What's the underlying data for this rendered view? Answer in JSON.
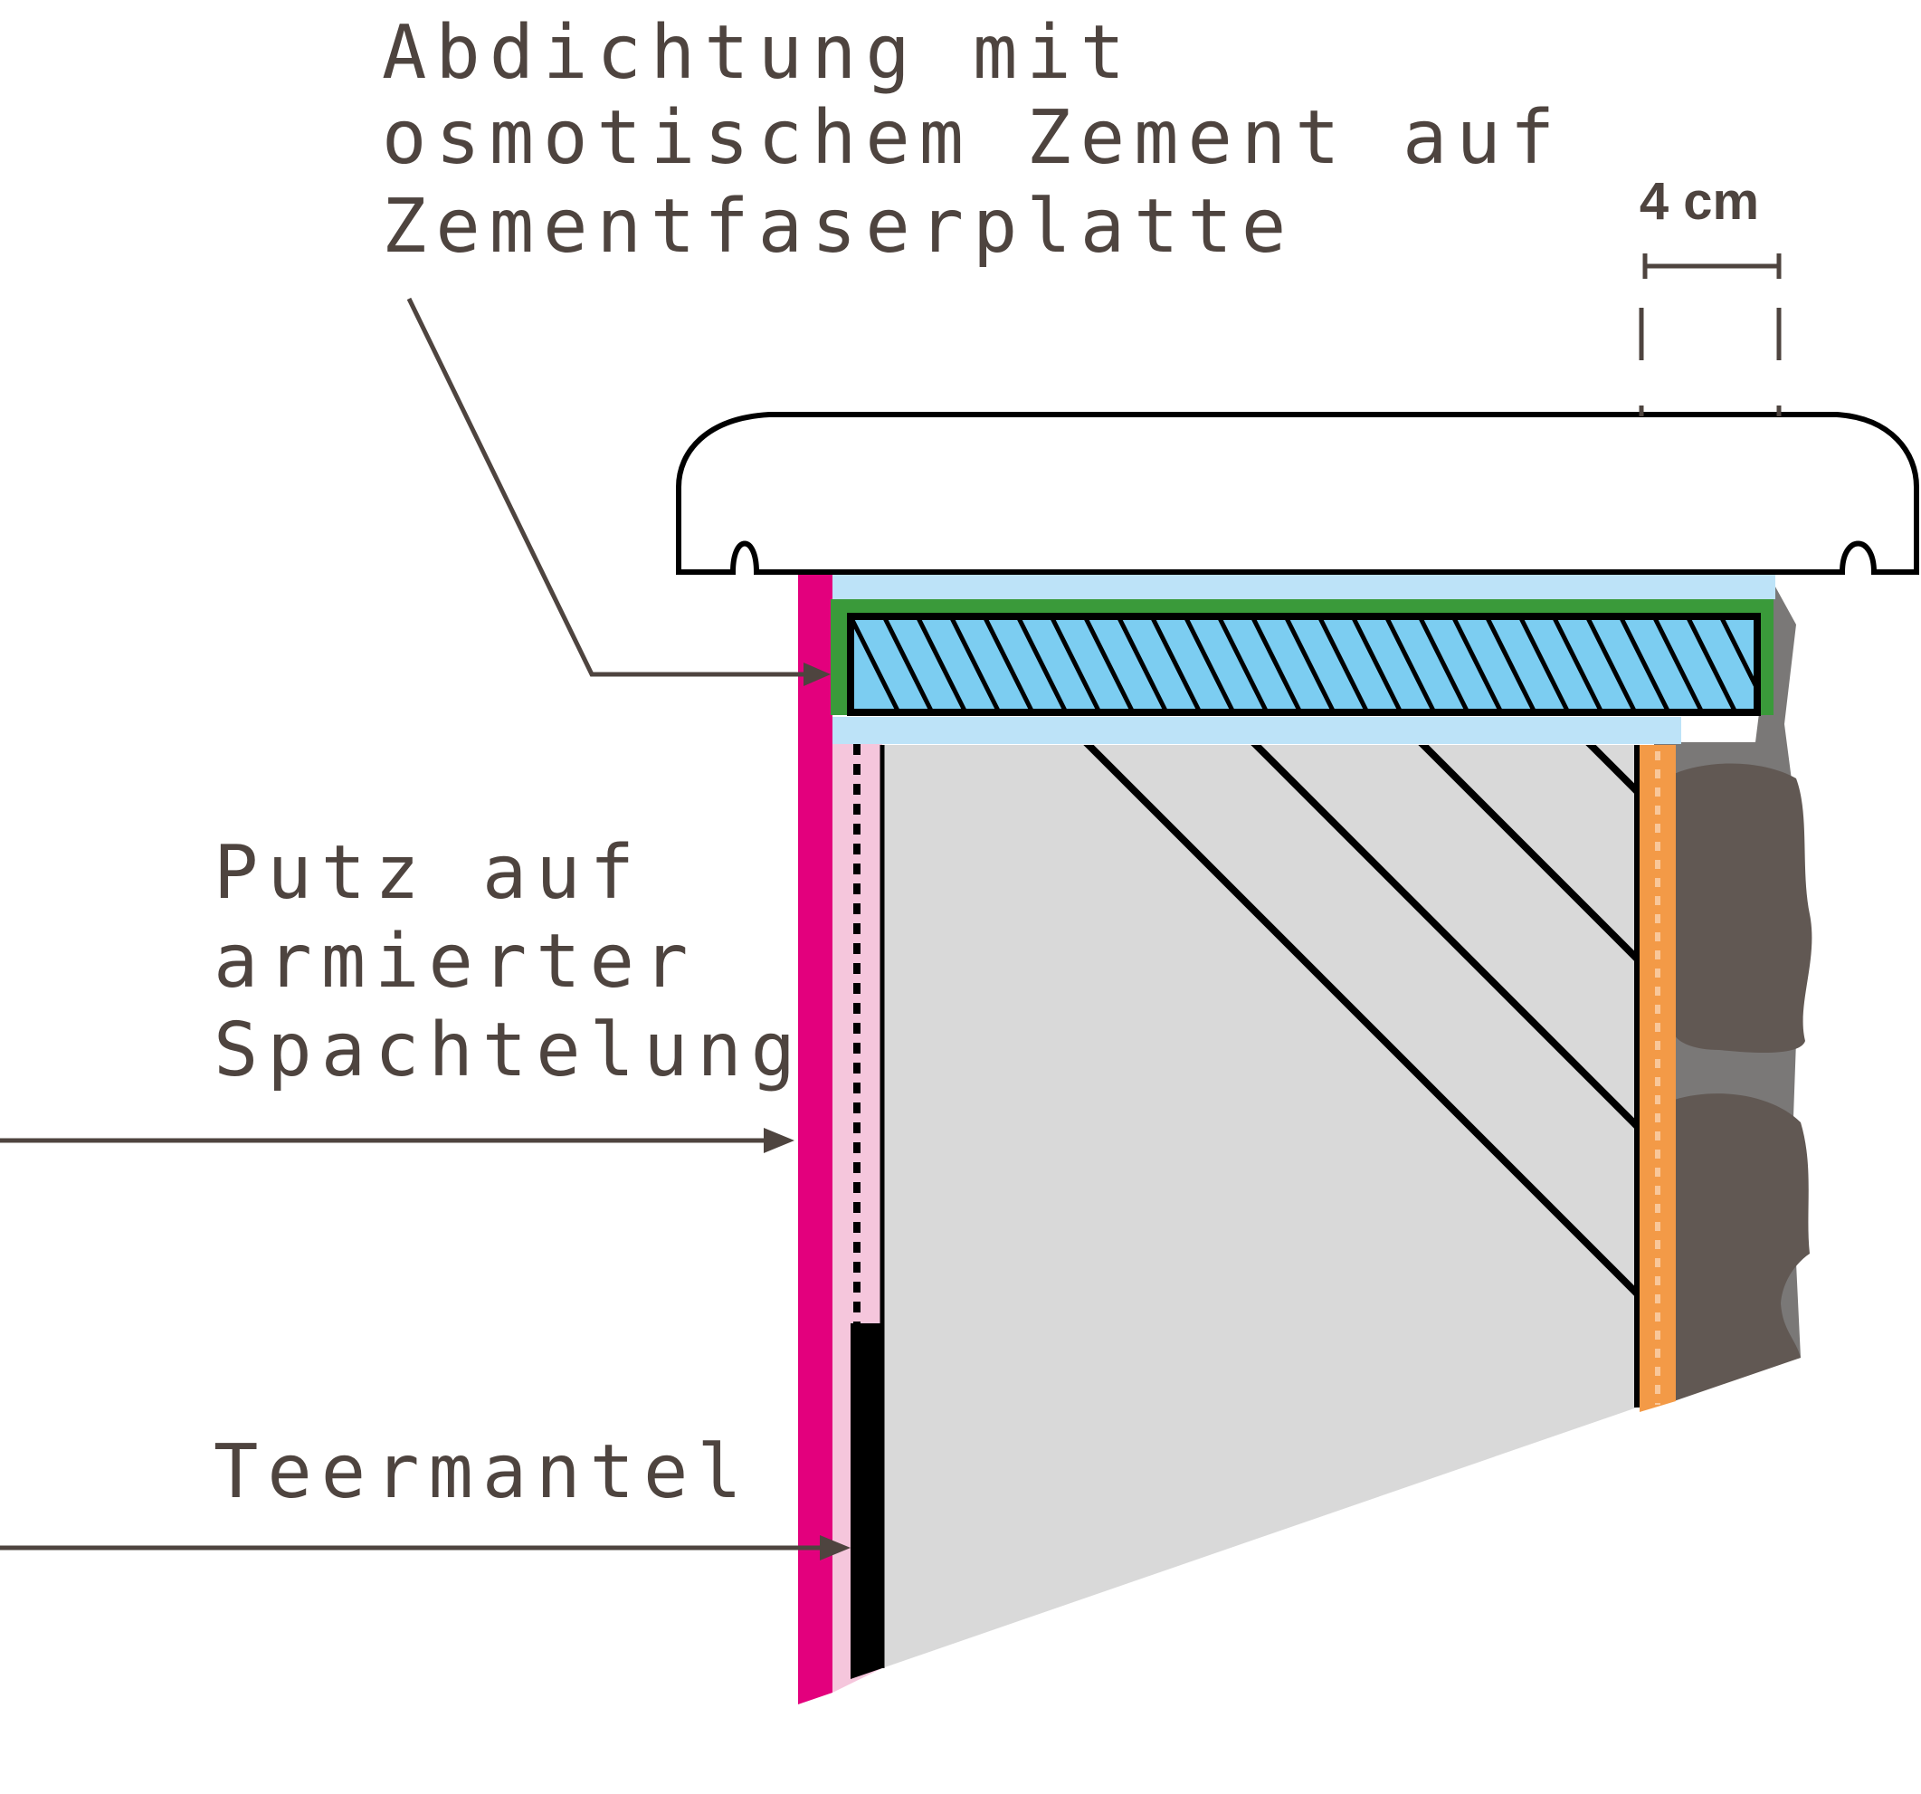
{
  "labels": {
    "abdichtung": [
      "Abdichtung mit",
      "osmotischem Zement auf",
      "Zementfaserplatte"
    ],
    "putz": [
      "Putz auf",
      "armierter",
      "Spachtelung"
    ],
    "teermantel": [
      "Teermantel"
    ]
  },
  "dimension": {
    "text": "4 cm"
  },
  "colors": {
    "text": "#4e443f",
    "magenta_plaster": "#e3007d",
    "pink_layer": "#f5c6dc",
    "light_blue": "#bde3f8",
    "board_blue": "#7ccdf1",
    "green_seal": "#3a9a3a",
    "concrete_gray": "#d9d9d9",
    "orange_layer": "#f39a47",
    "stone_dark": "#615853",
    "mortar_gray": "#7a7877",
    "tar_black": "#000000"
  }
}
